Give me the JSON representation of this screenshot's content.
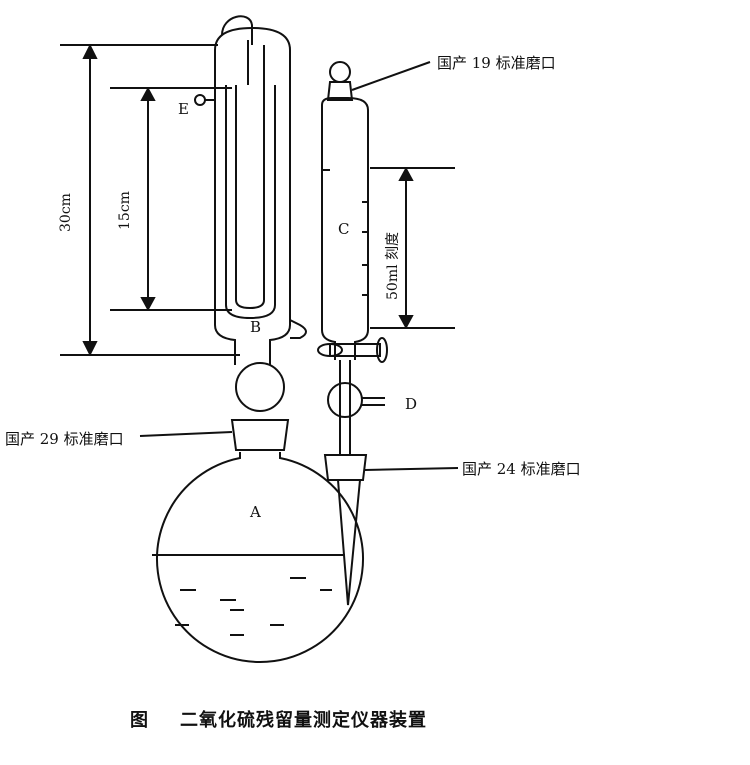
{
  "labels": {
    "joint_19": "国产 19 标准磨口",
    "joint_29": "国产 29 标准磨口",
    "joint_24": "国产 24 标准磨口",
    "dim_30": "30cm",
    "dim_15": "15cm",
    "dim_50ml": "50ml 刻度",
    "A": "A",
    "B": "B",
    "C": "C",
    "D": "D",
    "E": "E"
  },
  "caption": {
    "prefix": "图",
    "title": "二氧化硫残留量测定仪器装置"
  }
}
